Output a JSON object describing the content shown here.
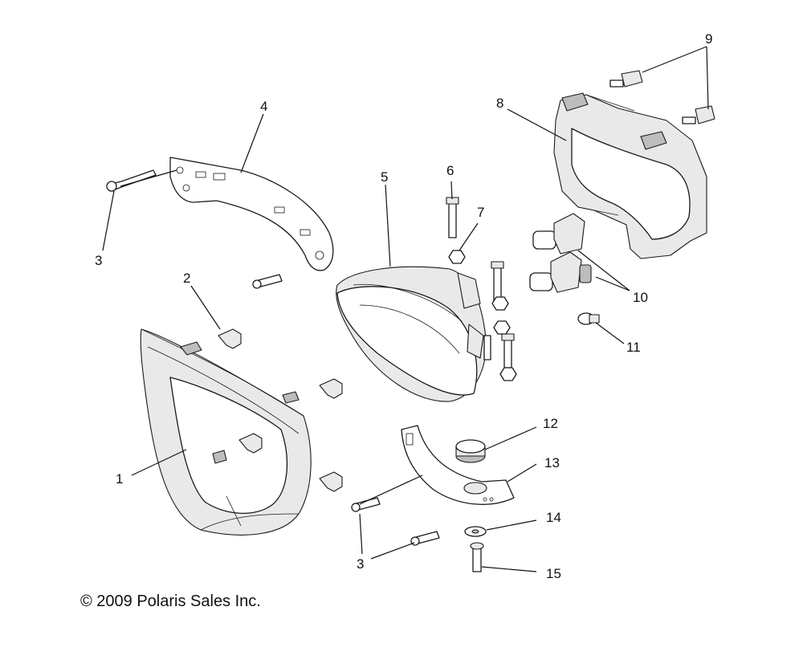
{
  "copyright": "© 2009 Polaris Sales Inc.",
  "callouts": {
    "c1": "1",
    "c2": "2",
    "c3a": "3",
    "c3b": "3",
    "c4": "4",
    "c5": "5",
    "c6": "6",
    "c7": "7",
    "c8": "8",
    "c9": "9",
    "c10": "10",
    "c11": "11",
    "c12": "12",
    "c13": "13",
    "c14": "14",
    "c15": "15"
  }
}
